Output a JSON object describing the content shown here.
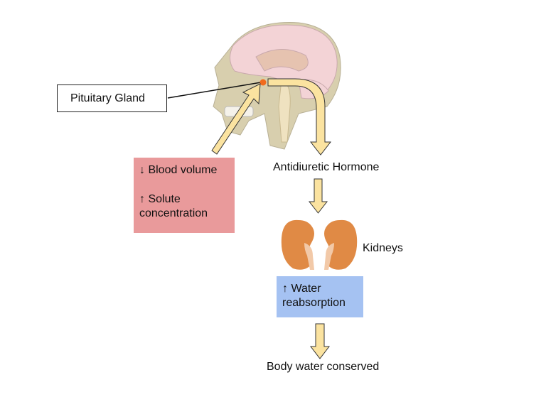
{
  "labels": {
    "pituitary": "Pituitary Gland",
    "stimulus_1": "↓ Blood volume",
    "stimulus_2": "↑ Solute concentration",
    "hormone": "Antidiuretic Hormone",
    "kidneys": "Kidneys",
    "effect": "↑ Water reabsorption",
    "outcome": "Body water conserved"
  },
  "colors": {
    "stimulus_box": "#e99a9b",
    "effect_box": "#a5c2f2",
    "arrow_fill": "#fbe3a0",
    "kidney": "#e08a45",
    "brain": "#f3d3d6",
    "skull": "#d8cfae",
    "pituitary": "#f26b1d"
  }
}
